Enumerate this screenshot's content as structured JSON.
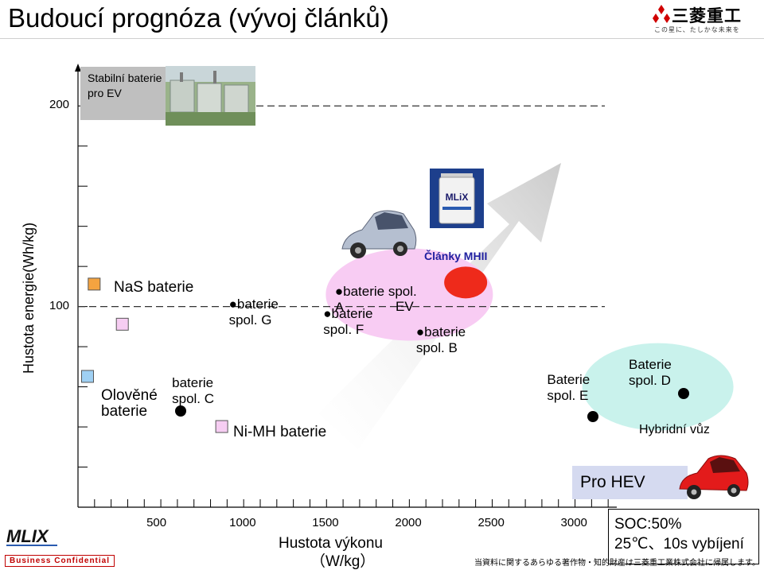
{
  "page": {
    "title": "Budoucí prognóza (vývoj článků)",
    "logo_text": "三菱重工",
    "logo_slogan": "この星に、たしかな未来を",
    "brand_logo": "MLIX",
    "confidential": "Business Confidential",
    "copyright": "当資料に関するあらゆる著作物・知的財産は三菱重工業株式会社に帰属します。"
  },
  "chart_data": {
    "type": "scatter",
    "xlabel": [
      "Hustota výkonu",
      "（W/kg）"
    ],
    "ylabel": "Hustota energie(Wh/kg)",
    "xticks": [
      "500",
      "1000",
      "1500",
      "2000",
      "2500",
      "3000"
    ],
    "yticks": [
      "100",
      "200"
    ],
    "xlim": [
      0,
      3300
    ],
    "ylim": [
      0,
      210
    ],
    "reference_lines": [
      {
        "y": 100,
        "style": "dashed"
      },
      {
        "y": 200,
        "style": "dashed"
      }
    ],
    "annotations": {
      "stable": "Stabilní baterie pro EV",
      "nas": "NaS baterie",
      "lead": [
        "Olověné",
        "baterie"
      ],
      "nimh": "Ni-MH baterie",
      "ev": "EV",
      "mhi": "Články MHII",
      "hev": "Pro HEV",
      "hybrid": "Hybridní vůz",
      "soc": [
        "SOC:50%",
        "25℃、10s vybíjení"
      ]
    },
    "points": [
      {
        "label": [
          "●baterie",
          "spol. G"
        ],
        "x": 930,
        "y": 102
      },
      {
        "label": [
          "●baterie spol.",
          "A"
        ],
        "x": 1570,
        "y": 108
      },
      {
        "label": [
          "●baterie",
          "spol. F"
        ],
        "x": 1500,
        "y": 98
      },
      {
        "label": [
          "●baterie",
          "spol. B"
        ],
        "x": 2060,
        "y": 88
      },
      {
        "label": [
          "baterie",
          "spol. C"
        ],
        "x": 625,
        "y": 61
      },
      {
        "label": [
          "Baterie",
          "spol. E"
        ],
        "x": 3100,
        "y": 61
      },
      {
        "label": [
          "Baterie",
          "spol. D"
        ],
        "x": 3650,
        "y": 70
      }
    ],
    "markers": [
      {
        "series": "NaS",
        "x": 100,
        "y": 111,
        "color": "#f4a340"
      },
      {
        "series": "NaS",
        "x": 270,
        "y": 91,
        "color": "#f6cdf2"
      },
      {
        "series": "Lead",
        "x": 60,
        "y": 65,
        "color": "#9fd0f3"
      },
      {
        "series": "NiMH",
        "x": 870,
        "y": 40,
        "color": "#f6cdf2"
      }
    ],
    "regions": [
      {
        "name": "EV",
        "cx": 2000,
        "cy": 106,
        "color": "#f8ccf3"
      },
      {
        "name": "MHI",
        "cx": 2340,
        "cy": 112,
        "color": "#ee2a1b"
      },
      {
        "name": "HEV",
        "cx": 3500,
        "cy": 60,
        "color": "#c9f2ec"
      }
    ],
    "grid": false
  }
}
